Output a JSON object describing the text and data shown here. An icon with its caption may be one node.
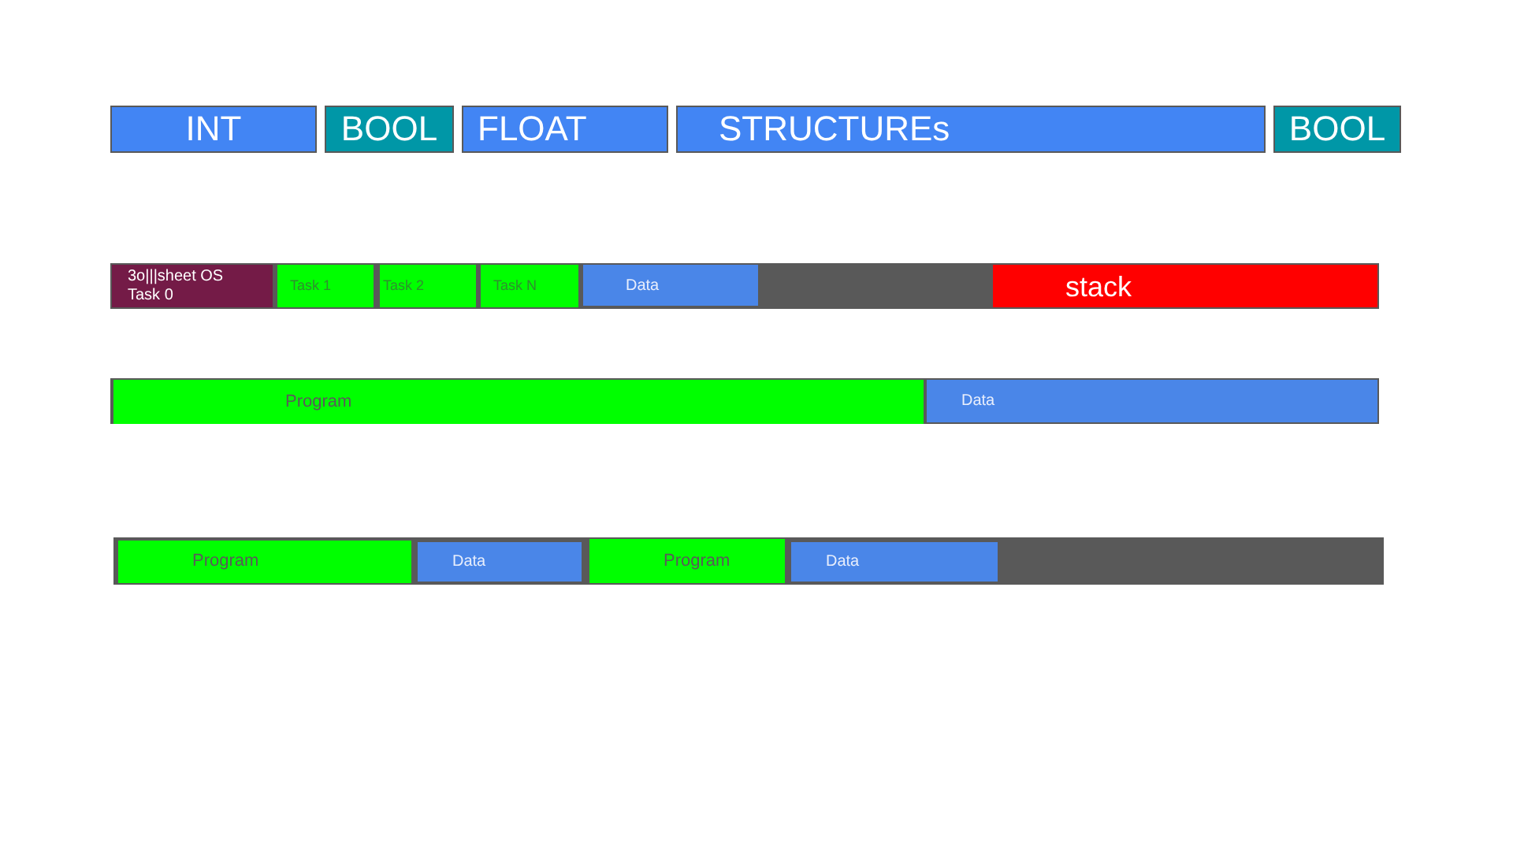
{
  "diagram": {
    "nodes": [
      {
        "text": [
          "INT"
        ]
      },
      {
        "text": [
          "BOOL"
        ]
      },
      {
        "text": [
          "FLOAT"
        ]
      },
      {
        "text": [
          "STRUCTUREs"
        ]
      },
      {
        "text": [
          "BOOL"
        ]
      },
      {
        "text": [],
        "shape": "bar"
      },
      {
        "text": [
          "3o|||sheet OS",
          "Task 0"
        ],
        "in": 5
      },
      {
        "text": [
          "Task 1"
        ],
        "in": 5
      },
      {
        "text": [
          "Task 2"
        ],
        "in": 5
      },
      {
        "text": [
          "Task N"
        ],
        "in": 5
      },
      {
        "text": [
          "Data"
        ],
        "in": 5
      },
      {
        "text": [
          "stack"
        ],
        "in": 5
      },
      {
        "text": [],
        "shape": "bar"
      },
      {
        "text": [
          "Program"
        ],
        "in": 12
      },
      {
        "text": [
          "Data"
        ],
        "in": 12
      },
      {
        "text": [],
        "shape": "bar"
      },
      {
        "text": [
          "Program"
        ],
        "in": 15
      },
      {
        "text": [
          "Data"
        ],
        "in": 15
      },
      {
        "text": [
          "Program"
        ],
        "in": 15
      },
      {
        "text": [
          "Data"
        ],
        "in": 15
      }
    ]
  }
}
